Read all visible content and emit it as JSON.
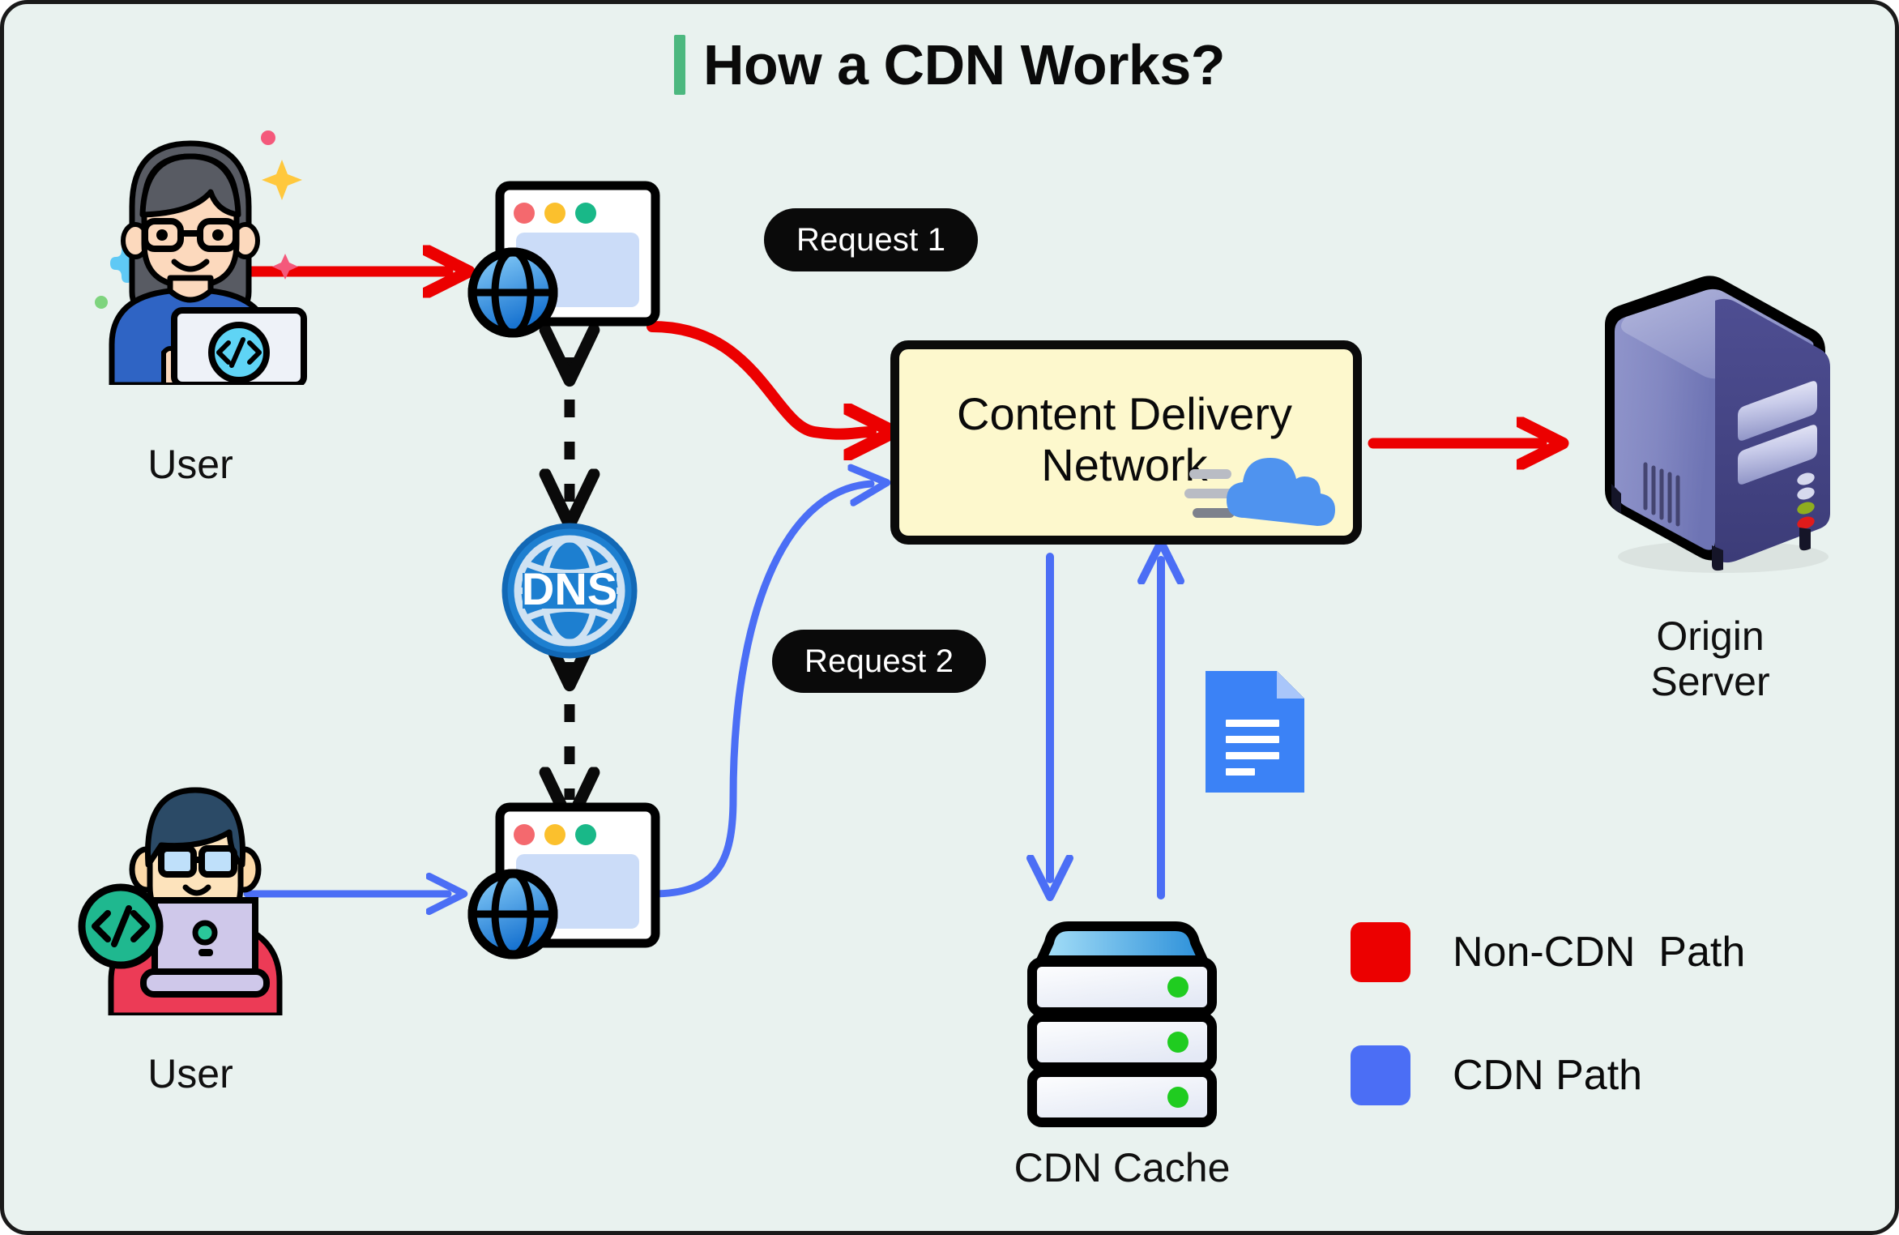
{
  "page": {
    "title": "How a CDN Works?",
    "background_color": "#e9f2ef",
    "accent_bar_color": "#4cb87f",
    "border_color": "#1a1a1a"
  },
  "nodes": {
    "user_top": {
      "label": "User",
      "icon": "female-developer-avatar-icon"
    },
    "user_bottom": {
      "label": "User",
      "icon": "male-developer-avatar-icon"
    },
    "browser_top": {
      "icon": "browser-window-globe-icon"
    },
    "browser_bottom": {
      "icon": "browser-window-globe-icon"
    },
    "dns": {
      "label": "DNS",
      "icon": "dns-globe-icon"
    },
    "cdn": {
      "label": "Content Delivery\nNetwork",
      "icon": "cdn-cloud-icon",
      "fill_color": "#fdf8cd",
      "border_color": "#0a0a0a"
    },
    "origin_server": {
      "label": "Origin\nServer",
      "icon": "origin-server-tower-icon"
    },
    "cdn_cache": {
      "label": "CDN Cache",
      "icon": "server-rack-stack-icon"
    },
    "content_document": {
      "icon": "document-file-icon"
    }
  },
  "badges": {
    "request_1": "Request 1",
    "request_2": "Request 2",
    "badge_bg": "#0a0a0a",
    "badge_fg": "#ffffff"
  },
  "legend": {
    "items": [
      {
        "label": "Non-CDN  Path",
        "color": "#ec0000",
        "name": "non-cdn-path"
      },
      {
        "label": "CDN Path",
        "color": "#4b6ef5",
        "name": "cdn-path"
      }
    ]
  },
  "edges": [
    {
      "name": "user-top-to-browser-top",
      "style": "solid-arrow",
      "color": "#ec0000"
    },
    {
      "name": "browser-top-to-cdn",
      "style": "curved-arrow",
      "color": "#ec0000"
    },
    {
      "name": "cdn-to-origin-server",
      "style": "solid-arrow",
      "color": "#ec0000"
    },
    {
      "name": "user-bottom-to-browser-bottom",
      "style": "solid-arrow",
      "color": "#4b6ef5"
    },
    {
      "name": "browser-bottom-to-cdn",
      "style": "curved-arrow",
      "color": "#4b6ef5"
    },
    {
      "name": "cdn-to-cdn-cache",
      "style": "solid-arrow-down",
      "color": "#4b6ef5"
    },
    {
      "name": "cdn-cache-to-cdn",
      "style": "solid-arrow-up",
      "color": "#4b6ef5"
    },
    {
      "name": "browser-top-to-dns",
      "style": "dashed-double-arrow",
      "color": "#0a0a0a"
    },
    {
      "name": "dns-to-browser-bottom",
      "style": "dashed-double-arrow",
      "color": "#0a0a0a"
    }
  ]
}
